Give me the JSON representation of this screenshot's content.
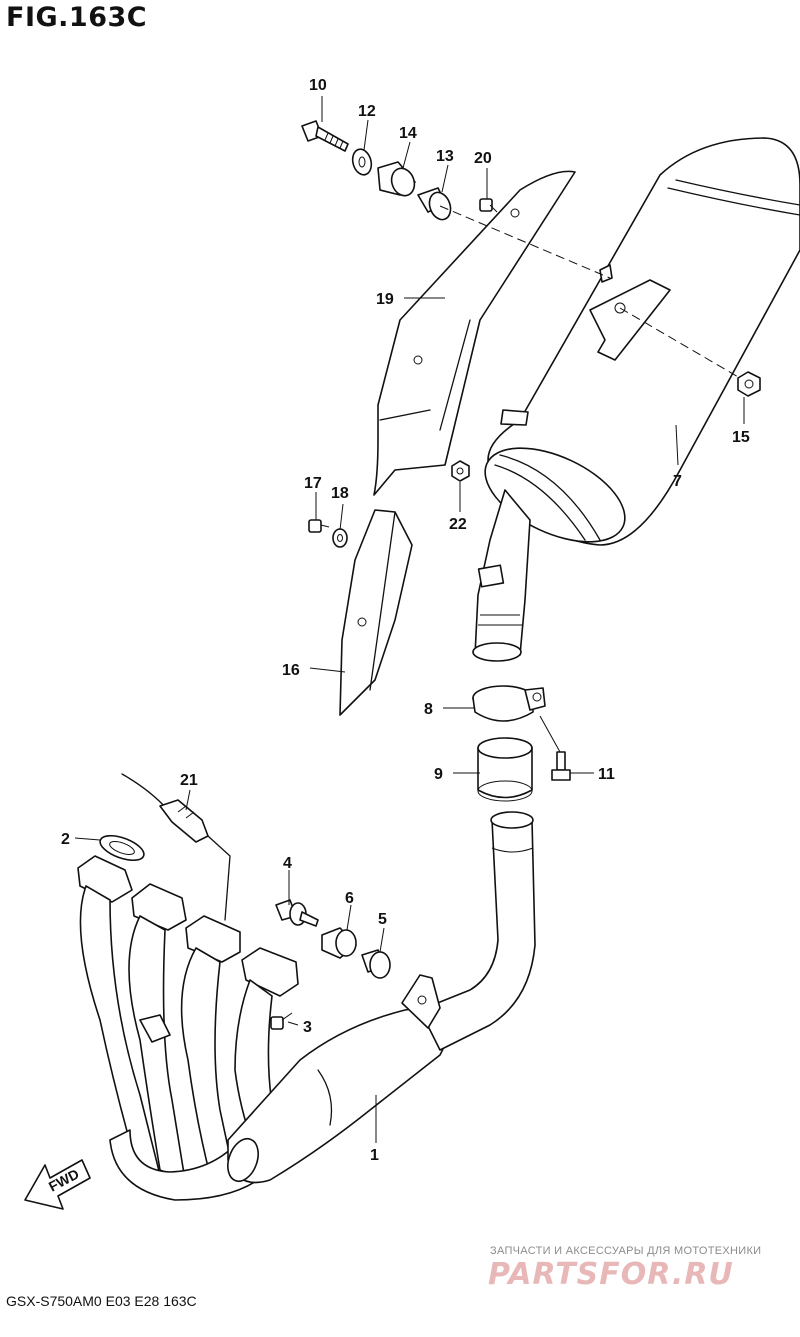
{
  "figure": {
    "title": "FIG.163C"
  },
  "footer": {
    "model_code": "GSX-S750AM0  E03  E28  163C"
  },
  "direction_badge": {
    "label": "FWD"
  },
  "watermark": {
    "tagline": "ЗАПЧАСТИ И АКСЕССУАРЫ ДЛЯ МОТОТЕХНИКИ",
    "brand": "PARTSFOR.RU"
  },
  "callouts": {
    "c1": "1",
    "c2": "2",
    "c3": "3",
    "c4": "4",
    "c5": "5",
    "c6": "6",
    "c7": "7",
    "c8": "8",
    "c9": "9",
    "c10": "10",
    "c11": "11",
    "c12": "12",
    "c13": "13",
    "c14": "14",
    "c15": "15",
    "c16": "16",
    "c17": "17",
    "c18": "18",
    "c19": "19",
    "c20": "20",
    "c21": "21",
    "c22": "22"
  }
}
